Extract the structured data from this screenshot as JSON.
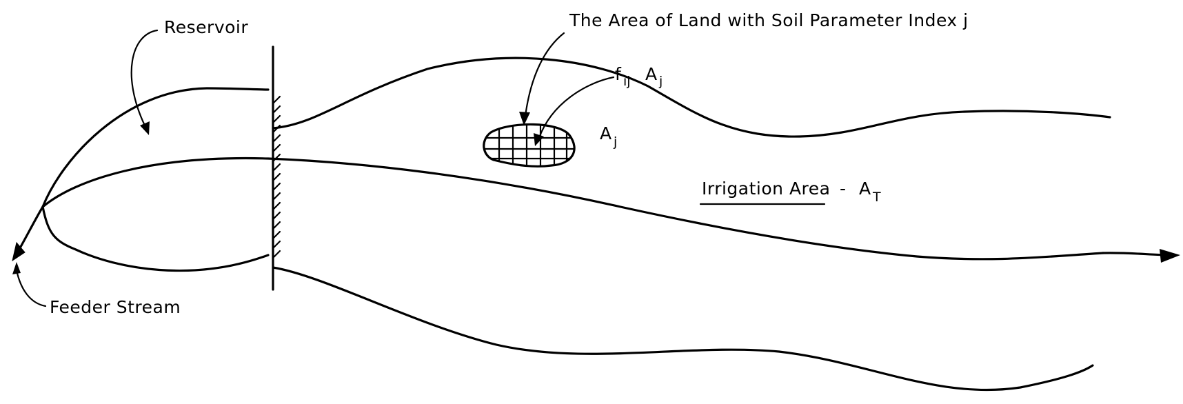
{
  "labels": {
    "reservoir": "Reservoir",
    "feeder_stream": "Feeder Stream",
    "area_of_land": "The Area of Land with Soil Parameter Index j",
    "irrigation_area": "Irrigation Area",
    "irrigation_dash": "-",
    "a_t_main": "A",
    "a_t_sub": "T",
    "a_j_main": "A",
    "a_j_sub": "j",
    "fij_f": "f",
    "fij_sub": "ij",
    "fij_a": "A",
    "fij_a_sub": "j"
  }
}
